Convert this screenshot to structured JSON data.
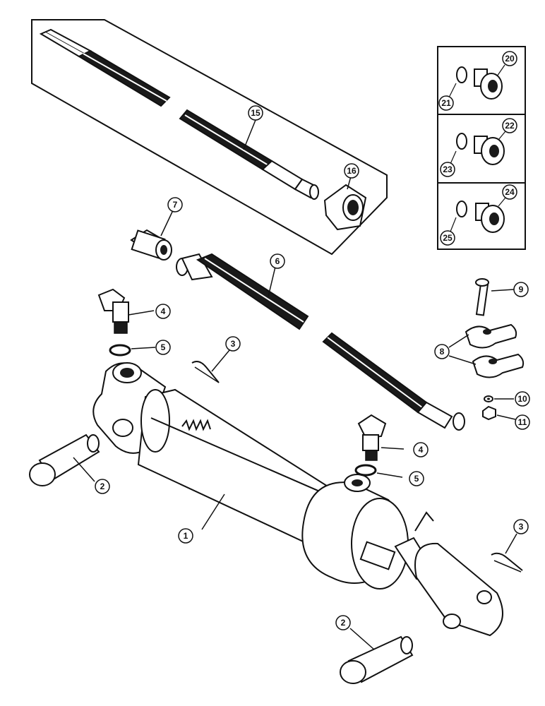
{
  "callouts": {
    "c1": "1",
    "c2a": "2",
    "c2b": "2",
    "c3a": "3",
    "c3b": "3",
    "c4a": "4",
    "c4b": "4",
    "c5a": "5",
    "c5b": "5",
    "c6": "6",
    "c7": "7",
    "c8": "8",
    "c9": "9",
    "c10": "10",
    "c11": "11",
    "c15": "15",
    "c16": "16",
    "c20": "20",
    "c21": "21",
    "c22": "22",
    "c23": "23",
    "c24": "24",
    "c25": "25"
  },
  "colors": {
    "ink": "#111111",
    "paper": "#ffffff",
    "shade": "#1a1a1a",
    "tone": "#d8d8d8"
  }
}
